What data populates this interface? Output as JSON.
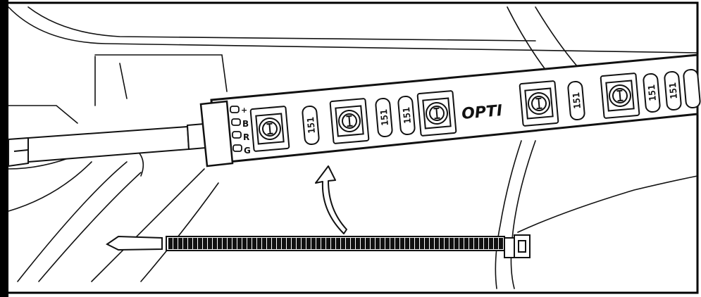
{
  "illustration": {
    "strip_brand": "OPTI",
    "connector_pins": [
      "+",
      "B",
      "R",
      "G"
    ],
    "resistor_code": "151",
    "colors": {
      "line": "#111111",
      "background": "#ffffff",
      "frame": "#000000"
    },
    "icons": [
      "led-chip-icon",
      "resistor-icon",
      "zip-tie-icon",
      "curved-arrow-icon",
      "connector-clip-icon"
    ]
  }
}
